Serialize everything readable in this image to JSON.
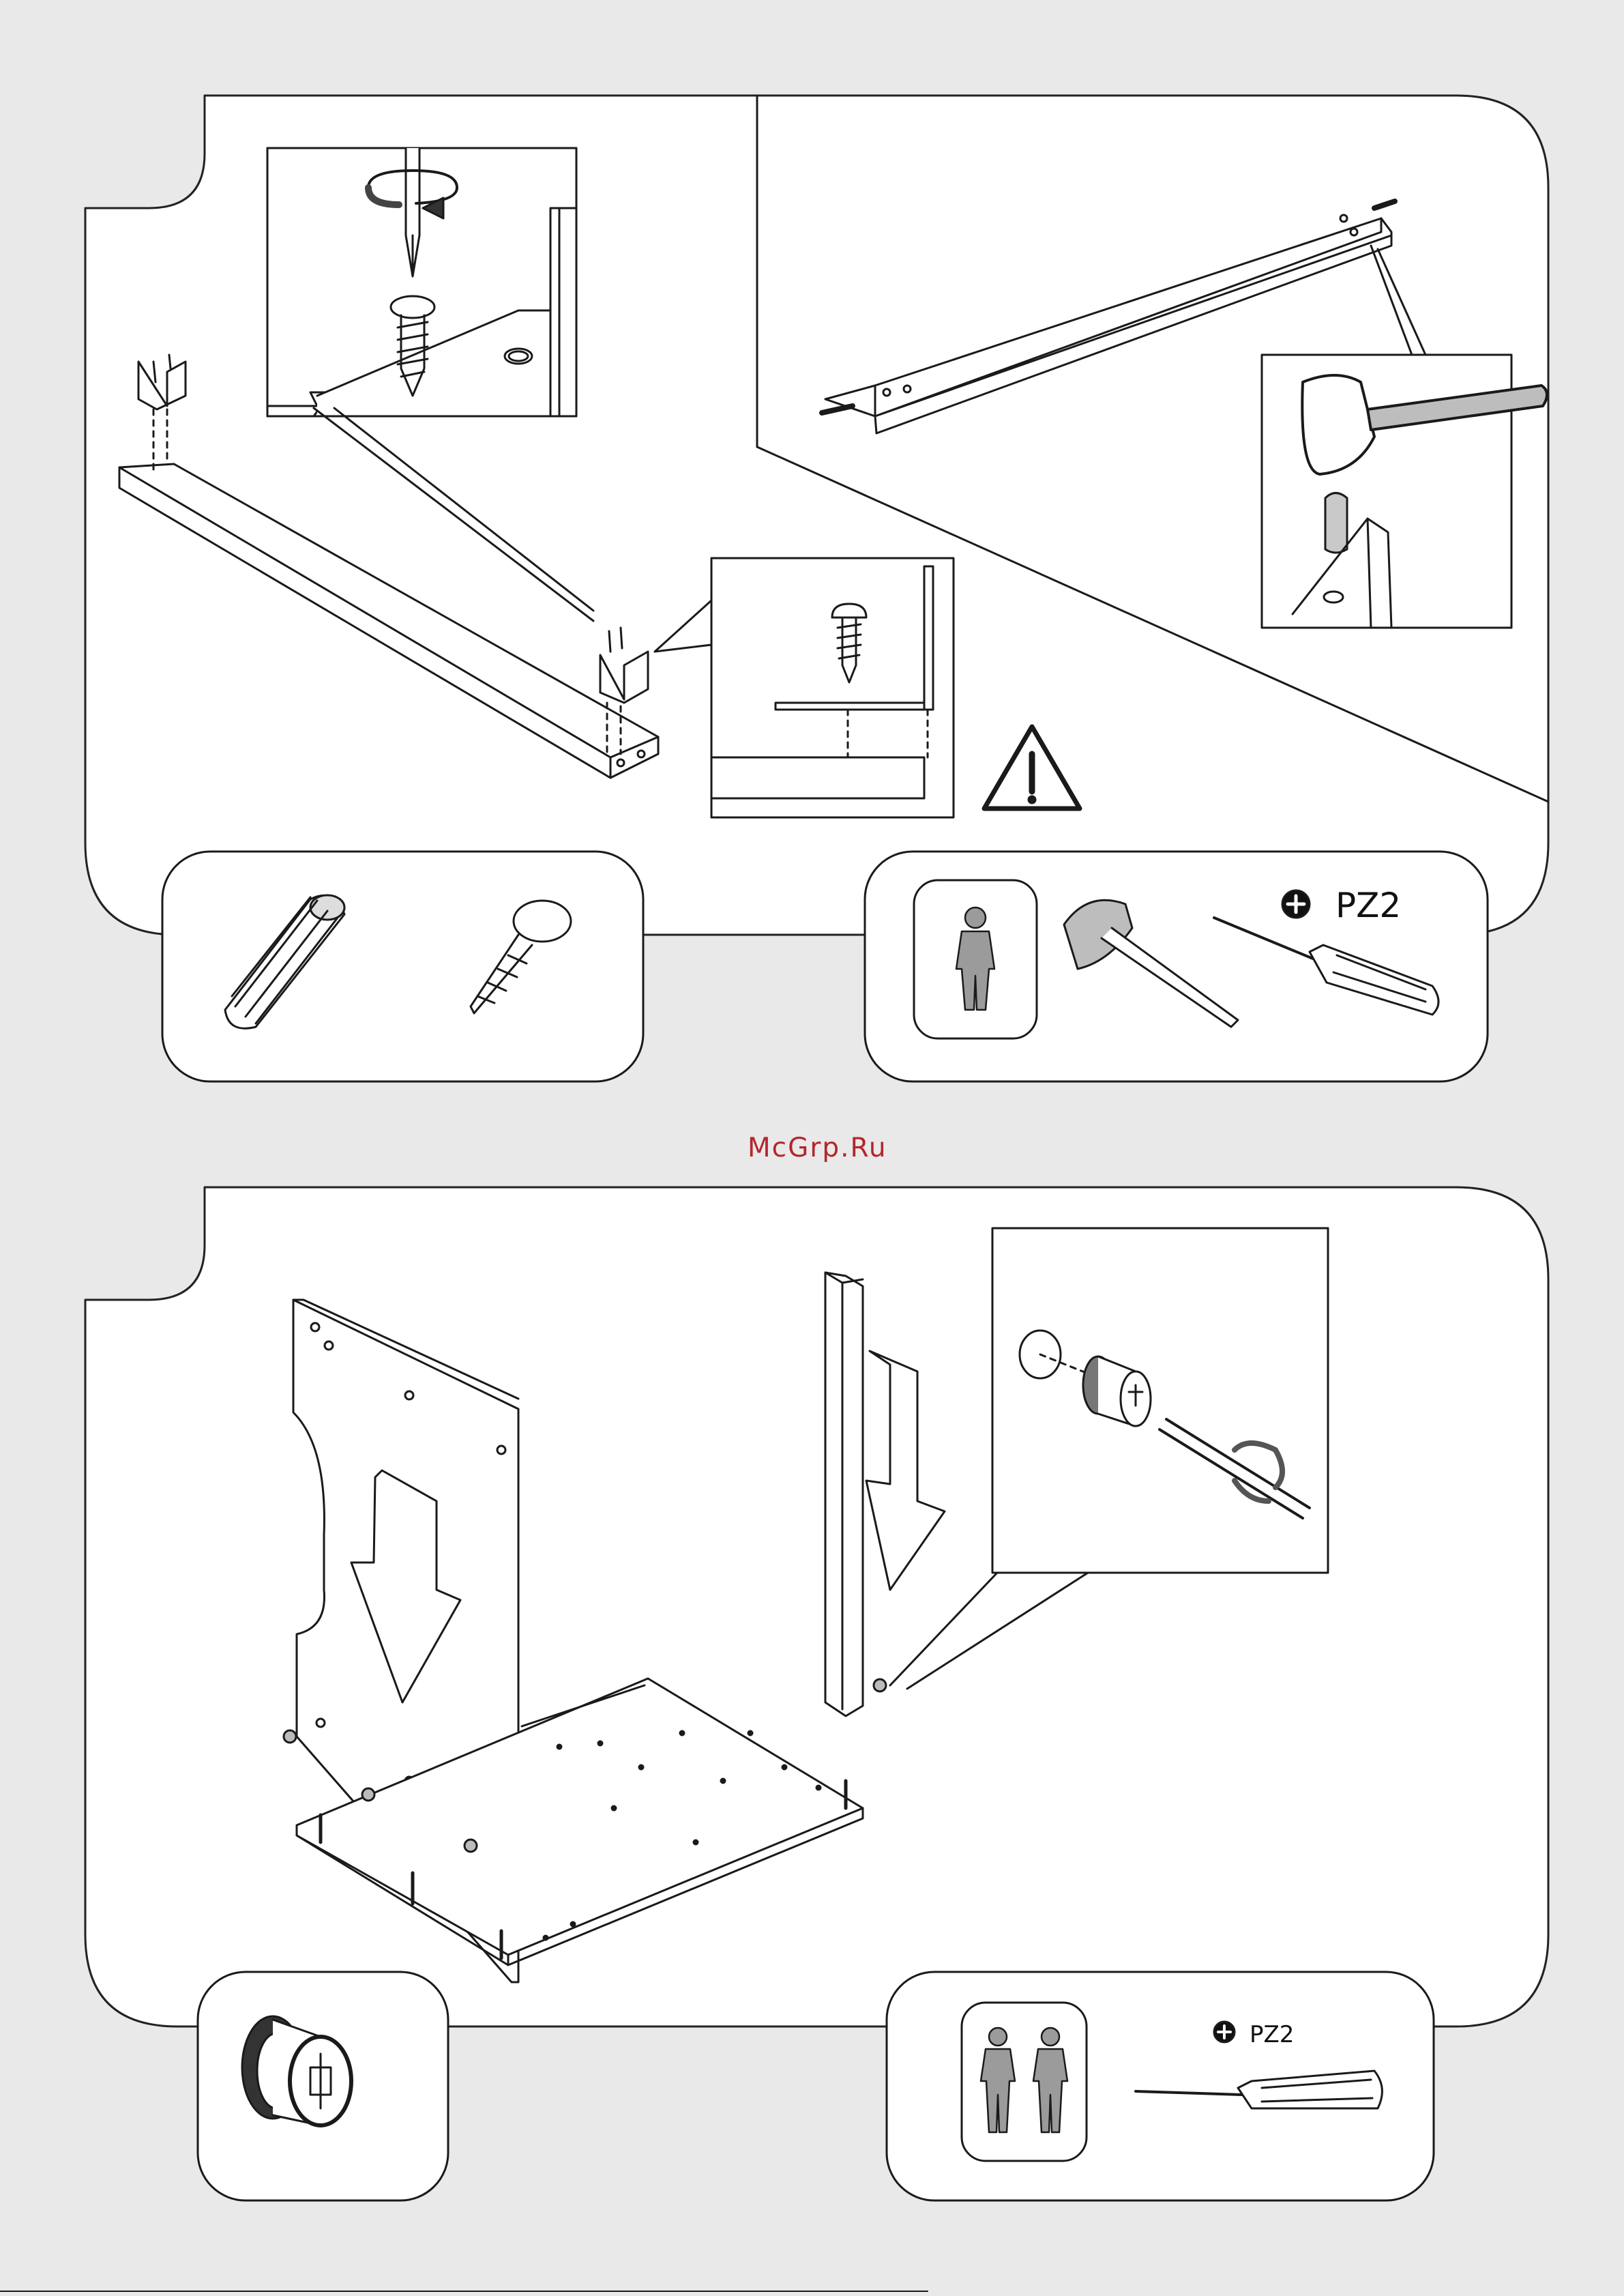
{
  "watermark": "McGrp.Ru",
  "step1": {
    "tool_label": "PZ2",
    "people_count": 1
  },
  "step2": {
    "tool_label": "PZ2",
    "people_count": 2
  },
  "colors": {
    "background": "#e9e9e9",
    "panel": "#ffffff",
    "line": "#1a1a1a",
    "watermark": "#b3262c",
    "person": "#9b9b9b"
  },
  "icons": [
    "screwdriver-icon",
    "hammer-icon",
    "person-icon",
    "dowel-icon",
    "screw-icon",
    "cam-lock-icon",
    "warning-icon",
    "phillips-head-icon"
  ]
}
